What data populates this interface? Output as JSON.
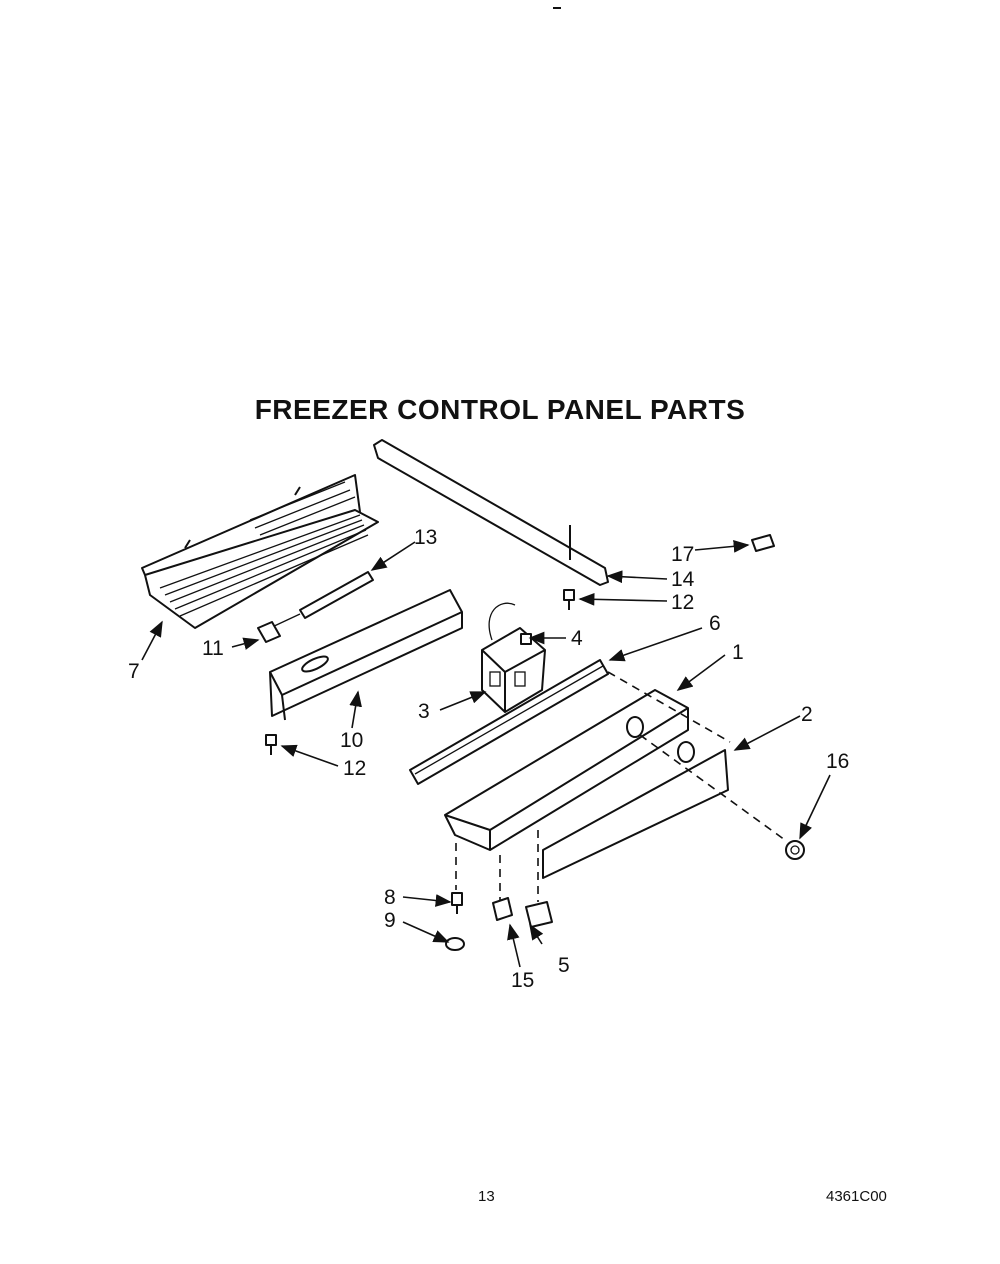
{
  "title": "FREEZER CONTROL PANEL PARTS",
  "callouts": [
    "1",
    "2",
    "3",
    "4",
    "5",
    "6",
    "7",
    "8",
    "9",
    "10",
    "11",
    "12",
    "12",
    "13",
    "14",
    "15",
    "16",
    "17"
  ],
  "footer": {
    "page_number": "13",
    "document_number": "4361C00"
  }
}
